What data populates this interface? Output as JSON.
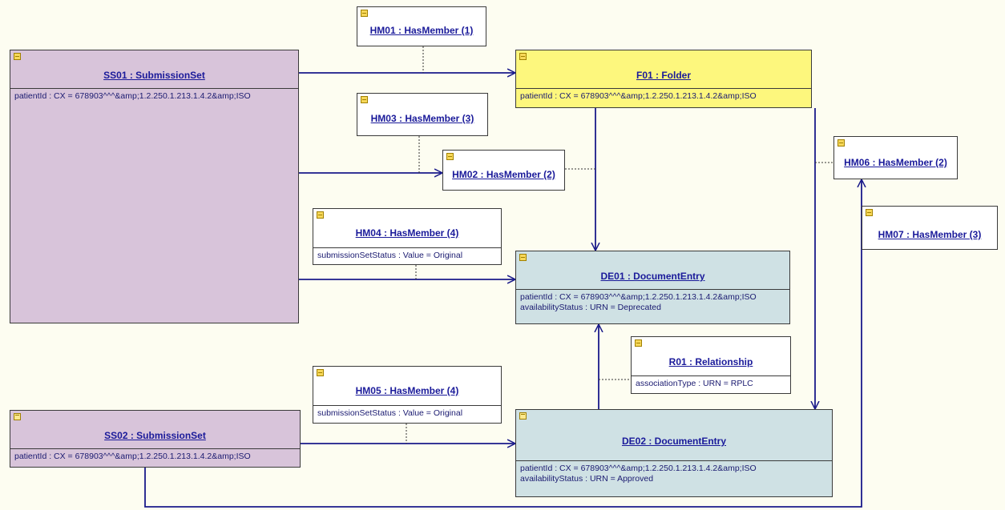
{
  "objects": {
    "ss01": {
      "title": "SS01 : SubmissionSet",
      "attrs": [
        "patientId : CX = 678903^^^&amp;1.2.250.1.213.1.4.2&amp;ISO"
      ]
    },
    "f01": {
      "title": "F01 : Folder",
      "attrs": [
        "patientId : CX = 678903^^^&amp;1.2.250.1.213.1.4.2&amp;ISO"
      ]
    },
    "de01": {
      "title": "DE01 : DocumentEntry",
      "attrs": [
        "patientId : CX = 678903^^^&amp;1.2.250.1.213.1.4.2&amp;ISO",
        "availabilityStatus : URN = Deprecated"
      ]
    },
    "de02": {
      "title": "DE02 : DocumentEntry",
      "attrs": [
        "patientId : CX = 678903^^^&amp;1.2.250.1.213.1.4.2&amp;ISO",
        "availabilityStatus : URN = Approved"
      ]
    },
    "ss02": {
      "title": "SS02 : SubmissionSet",
      "attrs": [
        "patientId : CX = 678903^^^&amp;1.2.250.1.213.1.4.2&amp;ISO"
      ]
    },
    "hm01": {
      "title": "HM01 : HasMember (1)"
    },
    "hm02": {
      "title": "HM02 : HasMember (2)"
    },
    "hm03": {
      "title": "HM03 : HasMember (3)"
    },
    "hm04": {
      "title": "HM04 : HasMember (4)",
      "attrs": [
        "submissionSetStatus : Value = Original"
      ]
    },
    "hm05": {
      "title": "HM05 : HasMember (4)",
      "attrs": [
        "submissionSetStatus : Value = Original"
      ]
    },
    "hm06": {
      "title": "HM06 : HasMember (2)"
    },
    "hm07": {
      "title": "HM07 : HasMember (3)"
    },
    "r01": {
      "title": "R01 : Relationship",
      "attrs": [
        "associationType : URN = RPLC"
      ]
    }
  },
  "colors": {
    "submission_set": "#d8c4da",
    "folder": "#fdf77d",
    "document_entry": "#cfe1e4",
    "association": "#ffffff",
    "line": "#1a1a8a"
  }
}
